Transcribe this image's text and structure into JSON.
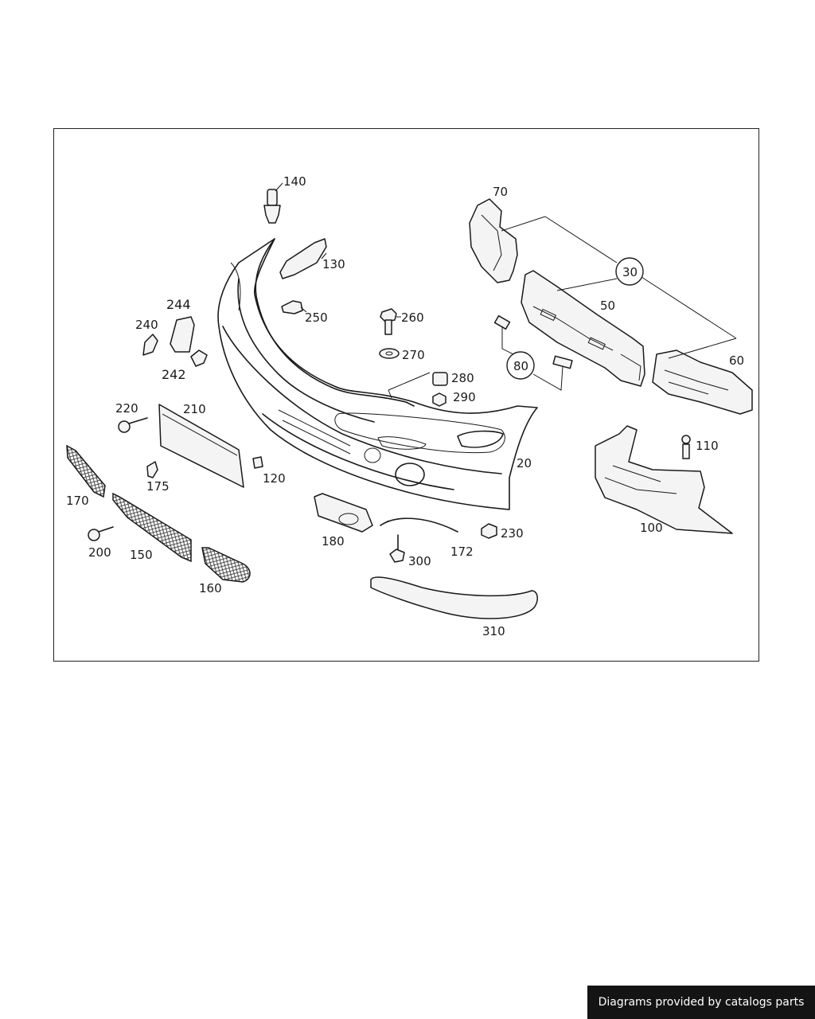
{
  "diagram": {
    "callouts": {
      "c140": "140",
      "c130": "130",
      "c250": "250",
      "c260": "260",
      "c270": "270",
      "c280": "280",
      "c290": "290",
      "c70": "70",
      "c30": "30",
      "c50": "50",
      "c60": "60",
      "c80": "80",
      "c244": "244",
      "c240": "240",
      "c242": "242",
      "c220": "220",
      "c210": "210",
      "c175": "175",
      "c120": "120",
      "c170": "170",
      "c200": "200",
      "c150": "150",
      "c160": "160",
      "c180": "180",
      "c172": "172",
      "c230": "230",
      "c300": "300",
      "c310": "310",
      "c20": "20",
      "c110": "110",
      "c100": "100"
    }
  },
  "footer": {
    "credit": "Diagrams provided by catalogs parts"
  },
  "colors": {
    "line": "#1a1a1a",
    "background": "#ffffff",
    "credit_bar": "#141414",
    "credit_text": "#ffffff"
  }
}
